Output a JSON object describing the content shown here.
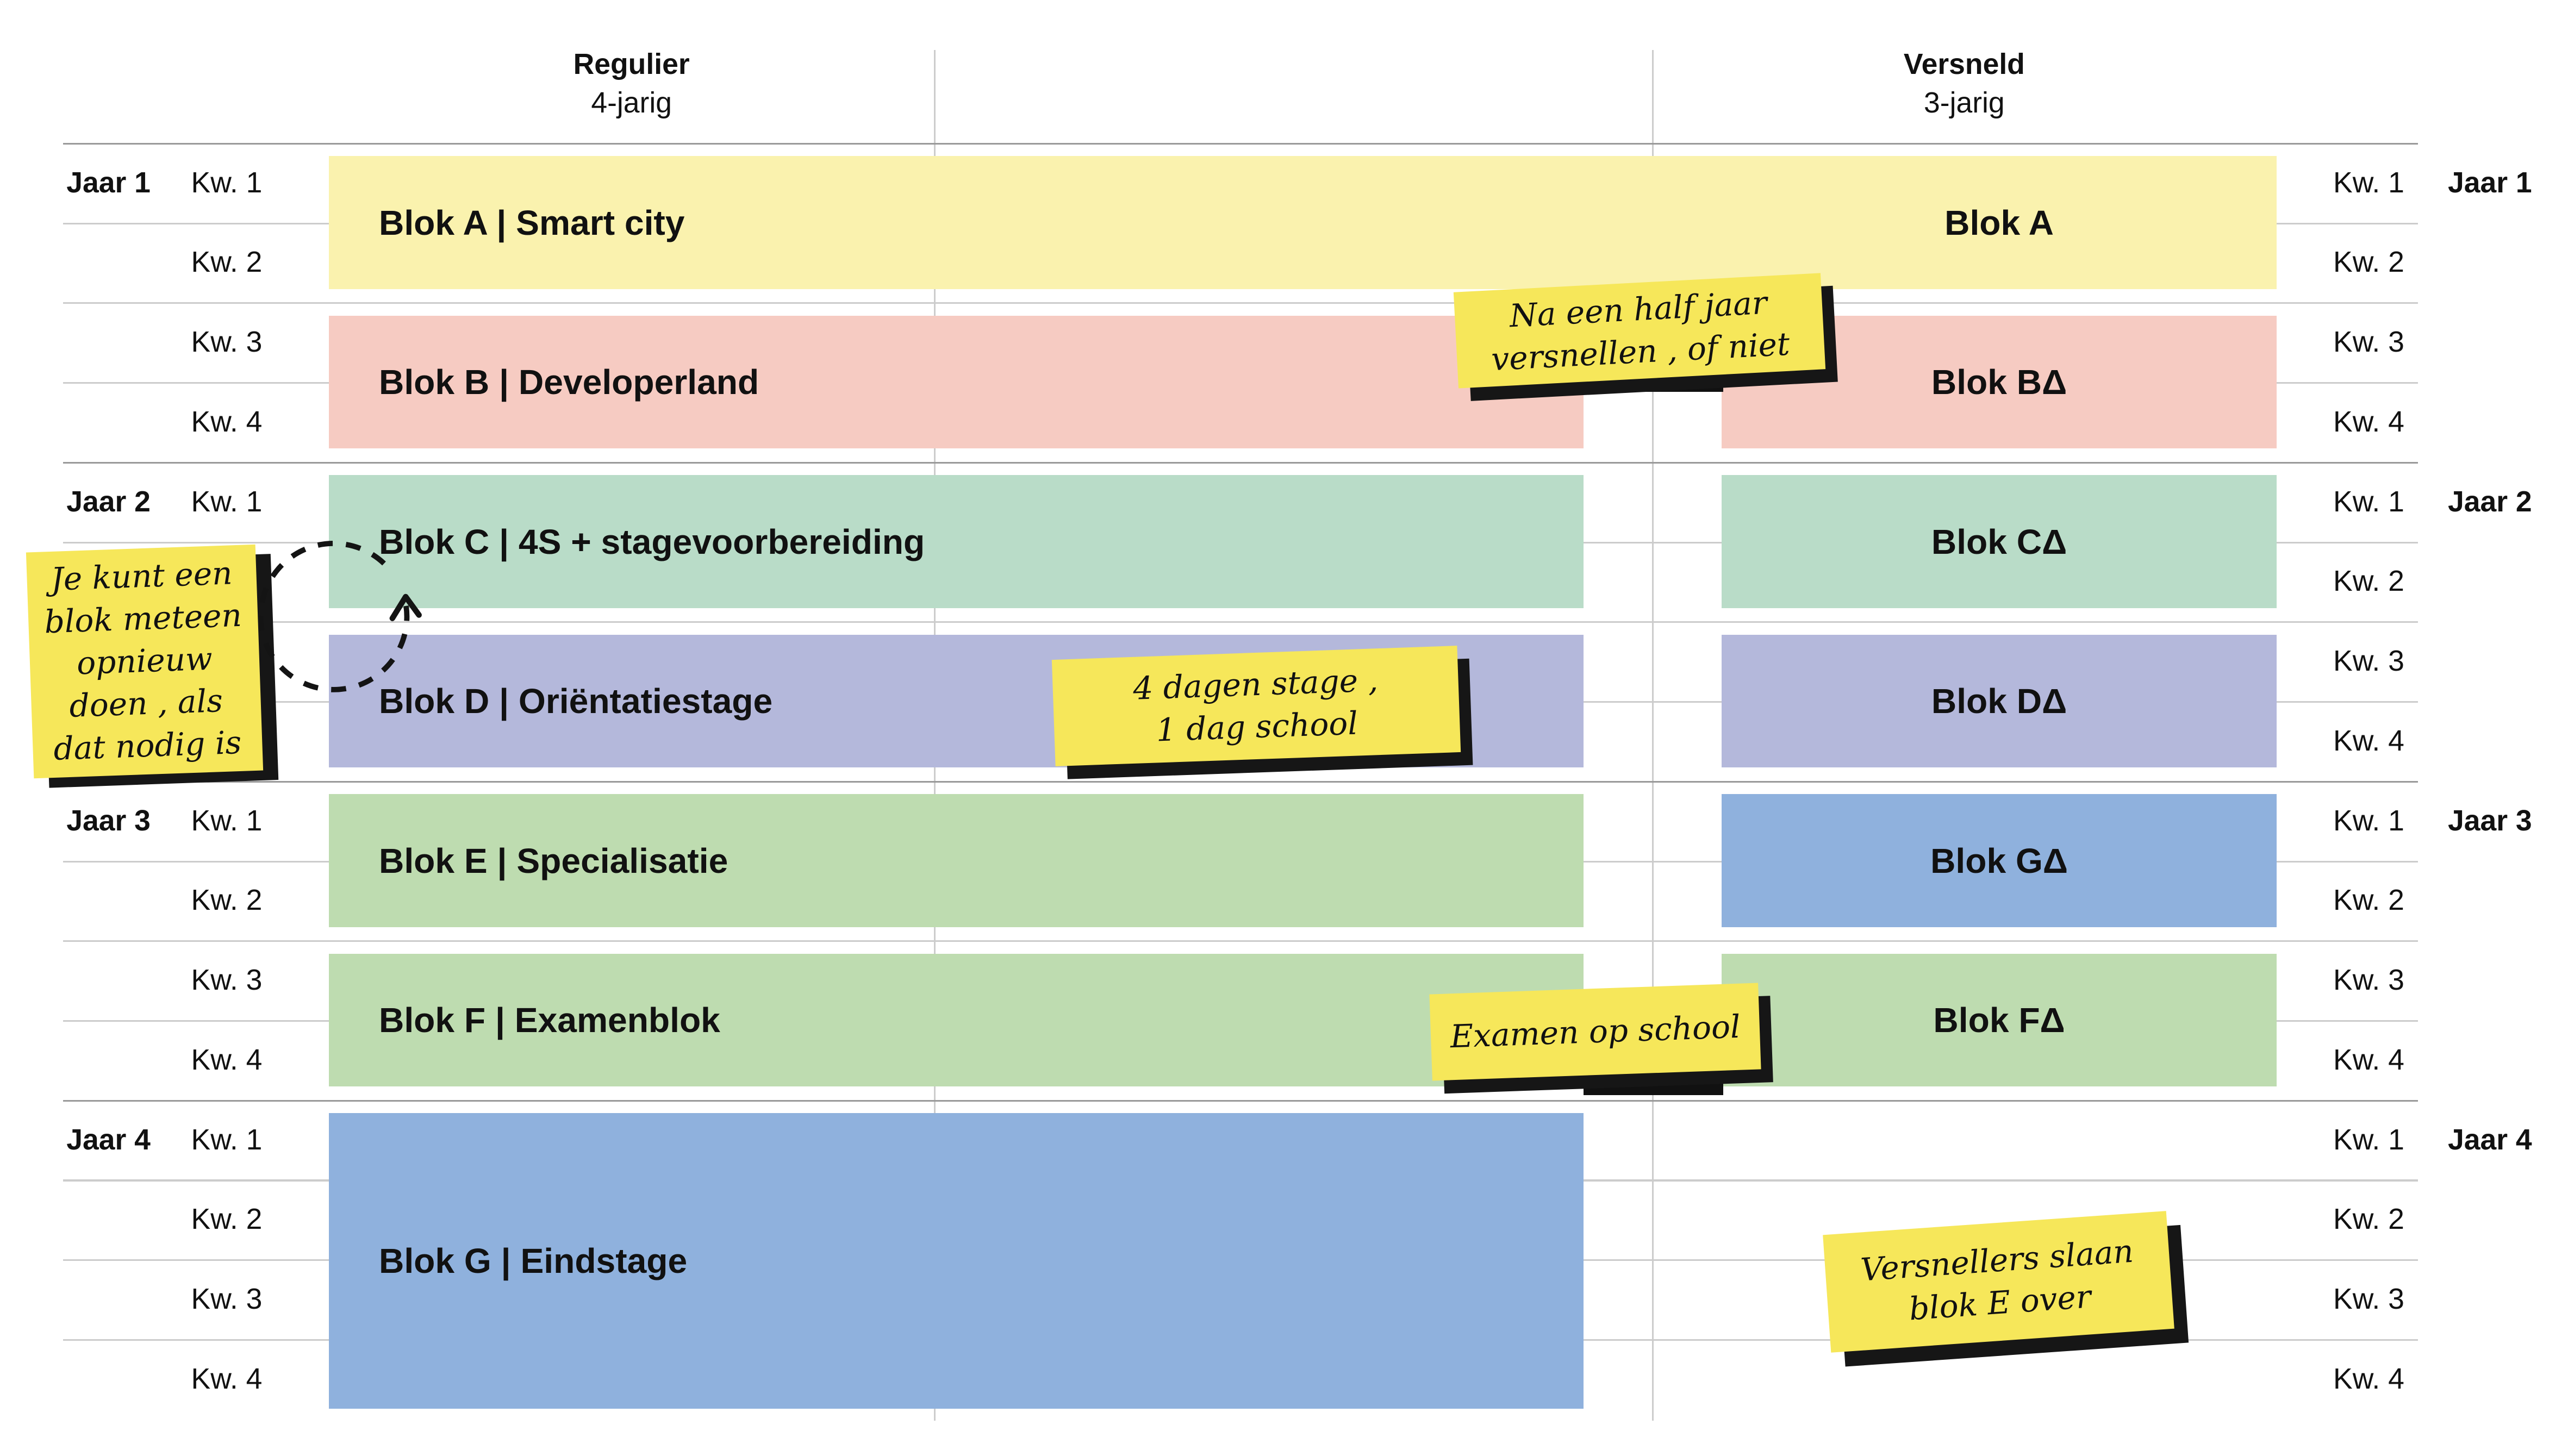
{
  "headers": {
    "regular": {
      "title": "Regulier",
      "subtitle": "4-jarig"
    },
    "accelerated": {
      "title": "Versneld",
      "subtitle": "3-jarig"
    }
  },
  "left_axis": {
    "years": [
      "Jaar 1",
      "Jaar 2",
      "Jaar 3",
      "Jaar 4"
    ],
    "quarters": [
      [
        "Kw. 1",
        "Kw. 2",
        "Kw. 3",
        "Kw. 4"
      ],
      [
        "Kw. 1",
        "Kw. 2",
        "Kw. 3",
        "Kw. 4"
      ],
      [
        "Kw. 1",
        "Kw. 2",
        "Kw. 3",
        "Kw. 4"
      ],
      [
        "Kw. 1",
        "Kw. 2",
        "Kw. 3",
        "Kw. 4"
      ]
    ]
  },
  "right_axis": {
    "years": [
      "Jaar 1",
      "Jaar 2",
      "Jaar 3",
      "Jaar 4"
    ],
    "quarters": [
      [
        "Kw. 1",
        "Kw. 2",
        "Kw. 3",
        "Kw. 4"
      ],
      [
        "Kw. 1",
        "Kw. 2",
        "Kw. 3",
        "Kw. 4"
      ],
      [
        "Kw. 1",
        "Kw. 2",
        "Kw. 3",
        "Kw. 4"
      ],
      [
        "Kw. 1",
        "Kw. 2",
        "Kw. 3",
        "Kw. 4"
      ]
    ]
  },
  "regular_track": {
    "blocks": [
      {
        "label": "Blok A | Smart city",
        "accelerated_label": "Blok A",
        "color": "#FAF2AE"
      },
      {
        "label": "Blok B | Developerland",
        "color": "#F6CBC2"
      },
      {
        "label": "Blok C | 4S + stagevoorbereiding",
        "color": "#B9DCC8"
      },
      {
        "label": "Blok D | Oriëntatiestage",
        "color": "#B4B8DB"
      },
      {
        "label": "Blok E | Specialisatie",
        "color": "#BEDCB0"
      },
      {
        "label": "Blok F | Examenblok",
        "color": "#BEDCB0"
      },
      {
        "label": "Blok G | Eindstage",
        "color": "#8FB1DD"
      }
    ]
  },
  "accelerated_track": {
    "blocks": [
      {
        "label": "Blok BΔ",
        "color": "#F6CBC2"
      },
      {
        "label": "Blok CΔ",
        "color": "#B9DCC8"
      },
      {
        "label": "Blok DΔ",
        "color": "#B4B8DB"
      },
      {
        "label": "Blok GΔ",
        "color": "#8FB1DD"
      },
      {
        "label": "Blok FΔ",
        "color": "#BEDCB0"
      }
    ]
  },
  "notes": {
    "accelerate": "Na een half jaar\nversnellen , of niet",
    "redo": "Je kunt een\nblok meteen\nopnieuw\ndoen , als\ndat nodig is",
    "stage": "4 dagen stage ,\n1 dag school",
    "exam": "Examen op school",
    "skip": "Versnellers slaan\nblok E over"
  },
  "colors": {
    "sticky_note": "#F6E75A",
    "note_shadow": "#161616",
    "gridline": "#CCCCCC",
    "year_line": "#999999"
  }
}
